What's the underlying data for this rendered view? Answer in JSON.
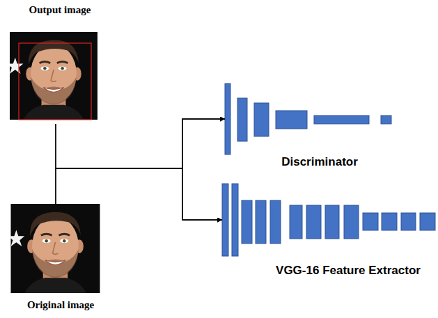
{
  "diagram": {
    "nodes": [
      {
        "text": [
          "Output image"
        ]
      },
      {
        "text": [
          "Discriminator"
        ]
      },
      {
        "text": [
          "VGG-16 Feature Extractor"
        ]
      },
      {
        "text": [
          "Original image"
        ]
      }
    ],
    "edges": [
      {
        "from": 0,
        "to": 1,
        "arrow": "to"
      },
      {
        "from": 0,
        "to": 2,
        "arrow": "to"
      },
      {
        "from": 3,
        "to": 1,
        "arrow": "to"
      },
      {
        "from": 3,
        "to": 2,
        "arrow": "to"
      }
    ]
  }
}
